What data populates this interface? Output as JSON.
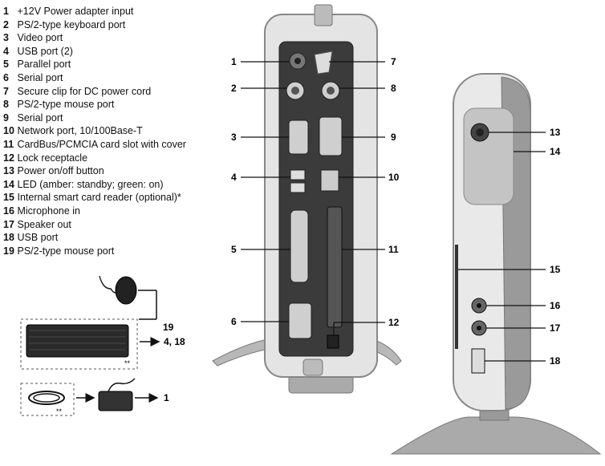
{
  "legend": [
    {
      "num": "1",
      "text": "+12V Power adapter input"
    },
    {
      "num": "2",
      "text": "PS/2-type keyboard port"
    },
    {
      "num": "3",
      "text": "Video port"
    },
    {
      "num": "4",
      "text": "USB port (2)"
    },
    {
      "num": "5",
      "text": "Parallel port"
    },
    {
      "num": "6",
      "text": "Serial port"
    },
    {
      "num": "7",
      "text": "Secure clip for DC power cord"
    },
    {
      "num": "8",
      "text": "PS/2-type mouse port"
    },
    {
      "num": "9",
      "text": "Serial port"
    },
    {
      "num": "10",
      "text": "Network port, 10/100Base-T"
    },
    {
      "num": "11",
      "text": "CardBus/PCMCIA card slot with cover"
    },
    {
      "num": "12",
      "text": "Lock receptacle"
    },
    {
      "num": "13",
      "text": "Power on/off button"
    },
    {
      "num": "14",
      "text": "LED (amber: standby; green: on)"
    },
    {
      "num": "15",
      "text": "Internal smart card reader (optional)*"
    },
    {
      "num": "16",
      "text": "Microphone in"
    },
    {
      "num": "17",
      "text": "Speaker out"
    },
    {
      "num": "18",
      "text": "USB port"
    },
    {
      "num": "19",
      "text": "PS/2-type mouse port"
    }
  ],
  "callouts": {
    "c1": "1",
    "c2": "2",
    "c3": "3",
    "c4": "4",
    "c5": "5",
    "c6": "6",
    "c7": "7",
    "c8": "8",
    "c9": "9",
    "c10": "10",
    "c11": "11",
    "c12": "12",
    "c13": "13",
    "c14": "14",
    "c15": "15",
    "c16": "16",
    "c17": "17",
    "c18": "18",
    "c19": "19",
    "c4_18": "4, 18",
    "c1_power": "1"
  },
  "notes": {
    "kbd_stars": "**",
    "cord_stars": "**"
  },
  "colors": {
    "device_body": "#e2e2e2",
    "device_panel": "#3a3a3a",
    "stand": "#9a9a9a",
    "line": "#111111"
  }
}
